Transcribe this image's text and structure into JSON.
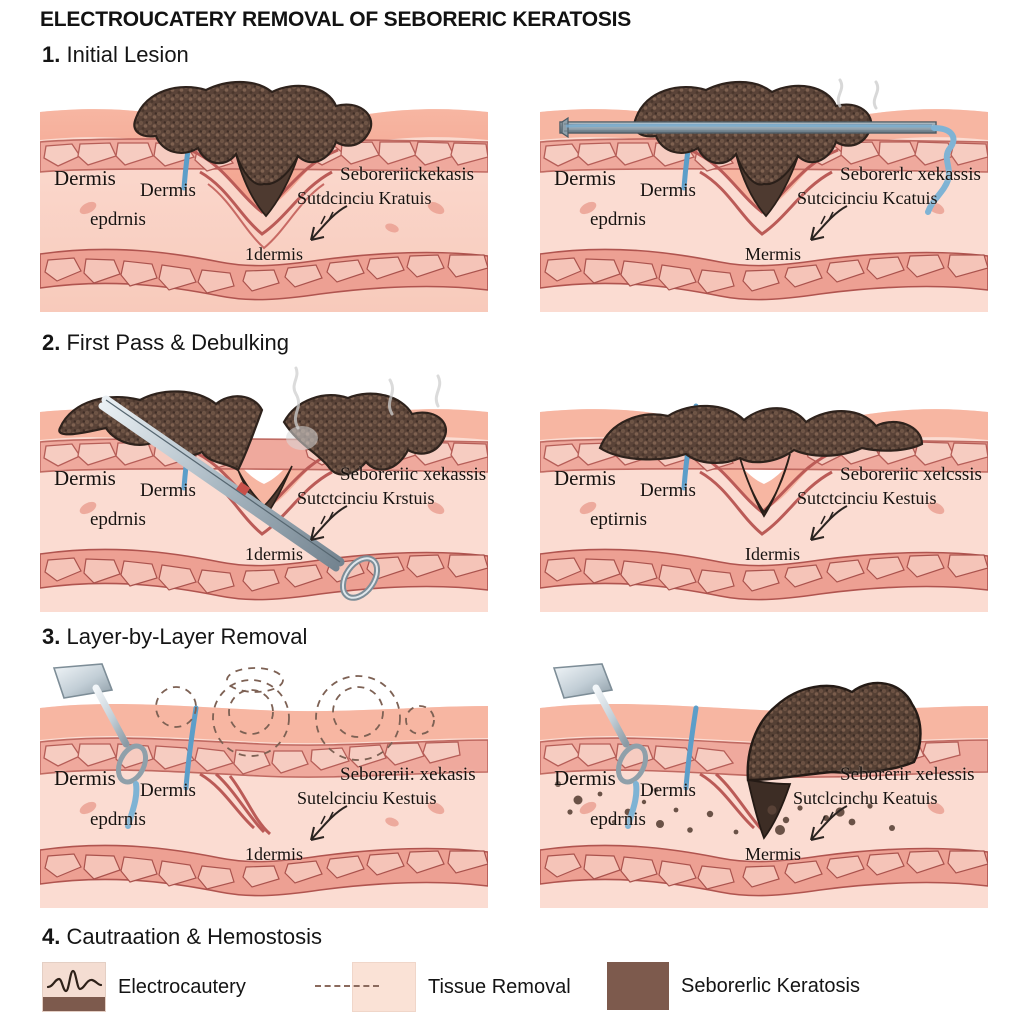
{
  "title": "ELECTROUCATERY REMOVAL OF SEBORERIC KERATOSIS",
  "steps": [
    {
      "number": "1.",
      "label": "Initial Lesion"
    },
    {
      "number": "2.",
      "label": "First Pass & Debulking"
    },
    {
      "number": "3.",
      "label": "Layer-by-Layer Removal"
    },
    {
      "number": "4.",
      "label": "Cautraation & Hemostosis"
    }
  ],
  "panels": [
    {
      "id": "panel-1",
      "labels": {
        "dermis_left": "Dermis",
        "dermis_mid": "Dermis",
        "epidermis": "epdrnis",
        "keratosis_line1": "Seboreriickekasis",
        "keratosis_line2": "Sutdcinciu  Kratuis",
        "dermis_low": "1dermis"
      }
    },
    {
      "id": "panel-2",
      "labels": {
        "dermis_left": "Dermis",
        "dermis_mid": "Dermis",
        "epidermis": "epdrnis",
        "keratosis_line1": "Seborerlc xekassis",
        "keratosis_line2": "Sutcicinciu  Kcatuis",
        "dermis_low": "Mermis"
      }
    },
    {
      "id": "panel-3",
      "labels": {
        "dermis_left": "Dermis",
        "dermis_mid": "Dermis",
        "epidermis": "epdrnis",
        "keratosis_line1": "Seboreriic xekassis",
        "keratosis_line2": "Sutctcinciu  Krstuis",
        "dermis_low": "1dermis"
      }
    },
    {
      "id": "panel-4",
      "labels": {
        "dermis_left": "Dermis",
        "dermis_mid": "Dermis",
        "epidermis": "eptirnis",
        "keratosis_line1": "Seboreriic xelcssis",
        "keratosis_line2": "Sutctcinciu  Kestuis",
        "dermis_low": "Idermis"
      }
    },
    {
      "id": "panel-5",
      "labels": {
        "dermis_left": "Dermis",
        "dermis_mid": "Dermis",
        "epidermis": "epdrnis",
        "keratosis_line1": "Seborerii: xekasis",
        "keratosis_line2": "Sutelcinciu  Kestuis",
        "dermis_low": "1dermis"
      }
    },
    {
      "id": "panel-6",
      "labels": {
        "dermis_left": "Dermis",
        "dermis_mid": "Dermis",
        "epidermis": "epdrnis",
        "keratosis_line1": "Seborerir xelessis",
        "keratosis_line2": "Sutclcinchu Keatuis",
        "dermis_low": "Mermis"
      }
    }
  ],
  "legend": [
    {
      "swatch": "electrocautery-swatch",
      "label": "Electrocautery"
    },
    {
      "swatch": "tissue-removal-swatch",
      "label": "Tissue Removal"
    },
    {
      "swatch": "keratosis-swatch",
      "label": "Seborerlic Keratosis"
    }
  ],
  "colors": {
    "lesion_brown": "#5a4338",
    "lesion_brown_light": "#7d5a4d",
    "skin_surface": "#f6ab97",
    "dermis_pink": "#fbd9cf",
    "vessel_red": "#c05a56",
    "instrument_steel": "#b9c6ce",
    "needle_blue": "#6aa6cd",
    "text_dark": "#141414"
  }
}
